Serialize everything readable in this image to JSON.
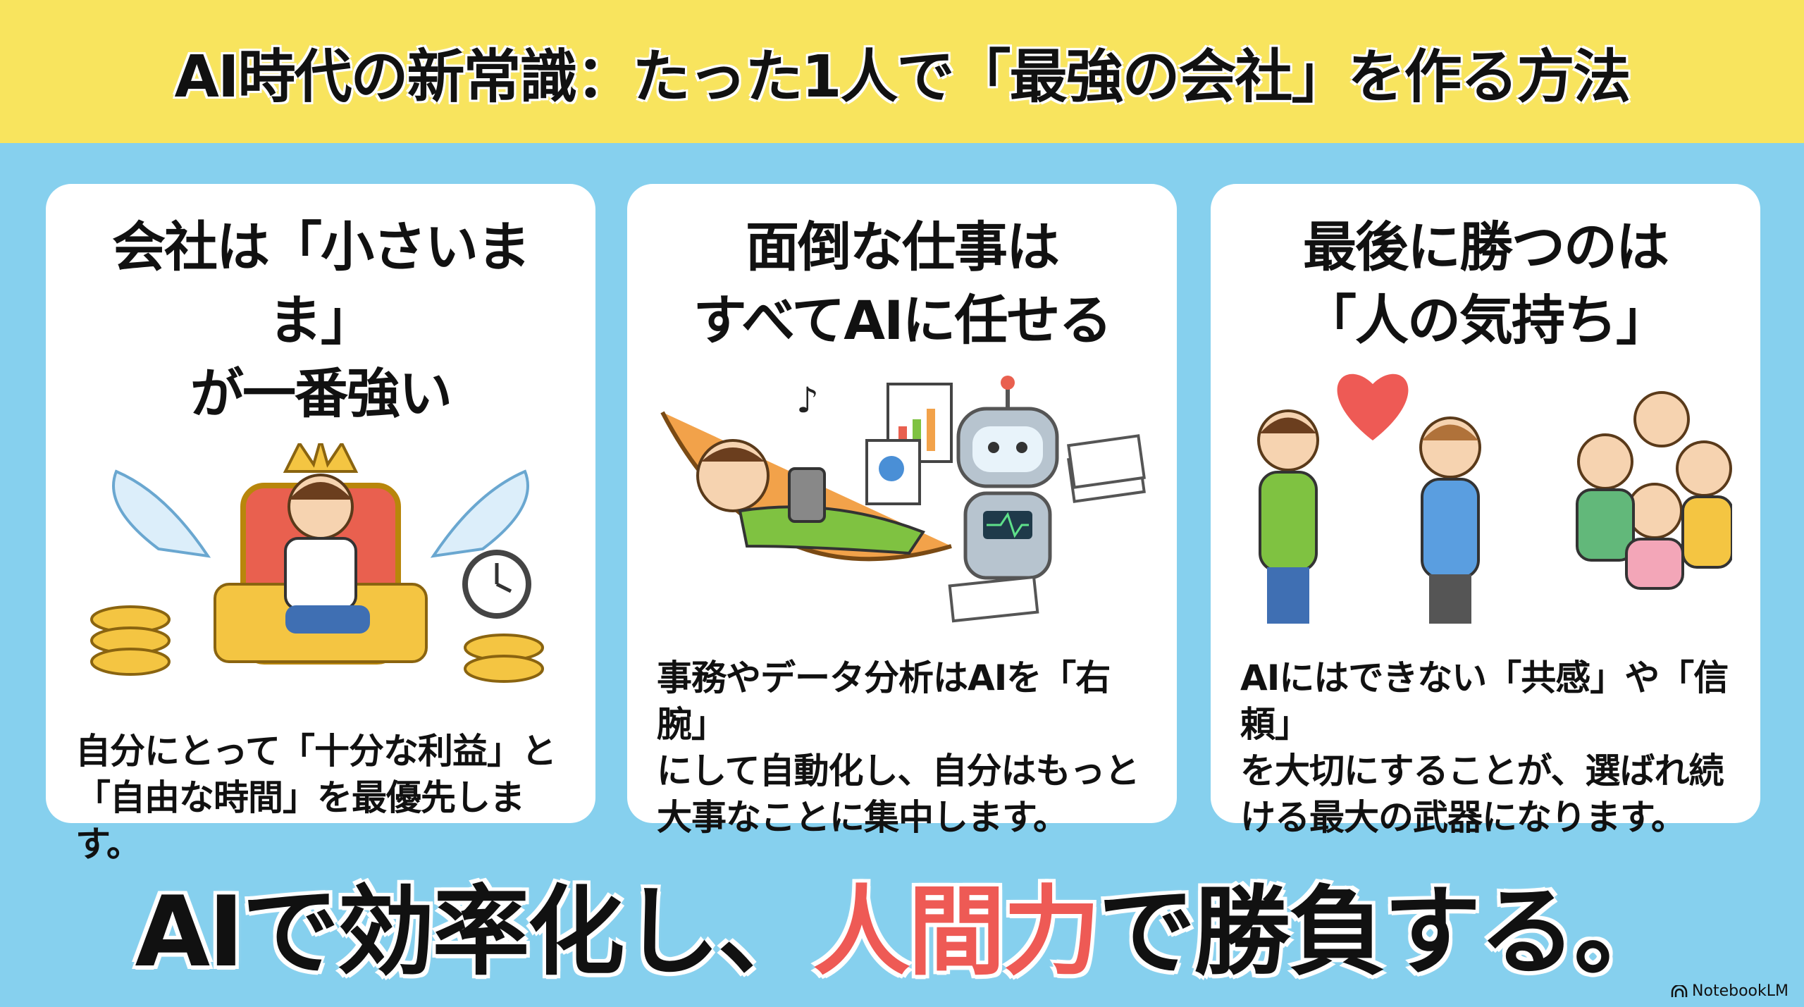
{
  "title": "AI時代の新常識：たった1人で「最強の会社」を作る方法",
  "cards": [
    {
      "heading_line1": "会社は「小さいまま」",
      "heading_line2": "が一番強い",
      "body_line1": "自分にとって「十分な利益」と",
      "body_line2": "「自由な時間」を最優先します。",
      "body_line3": "",
      "illustration": "king-on-throne-with-coins-and-clock"
    },
    {
      "heading_line1": "面倒な仕事は",
      "heading_line2": "すべてAIに任せる",
      "body_line1": "事務やデータ分析はAIを「右腕」",
      "body_line2": "にして自動化し、自分はもっと",
      "body_line3": "大事なことに集中します。",
      "illustration": "person-in-hammock-and-robot-with-documents"
    },
    {
      "heading_line1": "最後に勝つのは",
      "heading_line2": "「人の気持ち」",
      "body_line1": "AIにはできない「共感」や「信頼」",
      "body_line2": "を大切にすることが、選ばれ続",
      "body_line3": "ける最大の武器になります。",
      "illustration": "two-people-with-heart-and-happy-group"
    }
  ],
  "slogan": {
    "before": "AIで効率化し、",
    "highlight": "人間力",
    "after": "で勝負する。"
  },
  "brand": "NotebookLM",
  "colors": {
    "header": "#f8e45e",
    "background": "#86d0ee",
    "highlight": "#ee5a55",
    "card": "#ffffff"
  }
}
